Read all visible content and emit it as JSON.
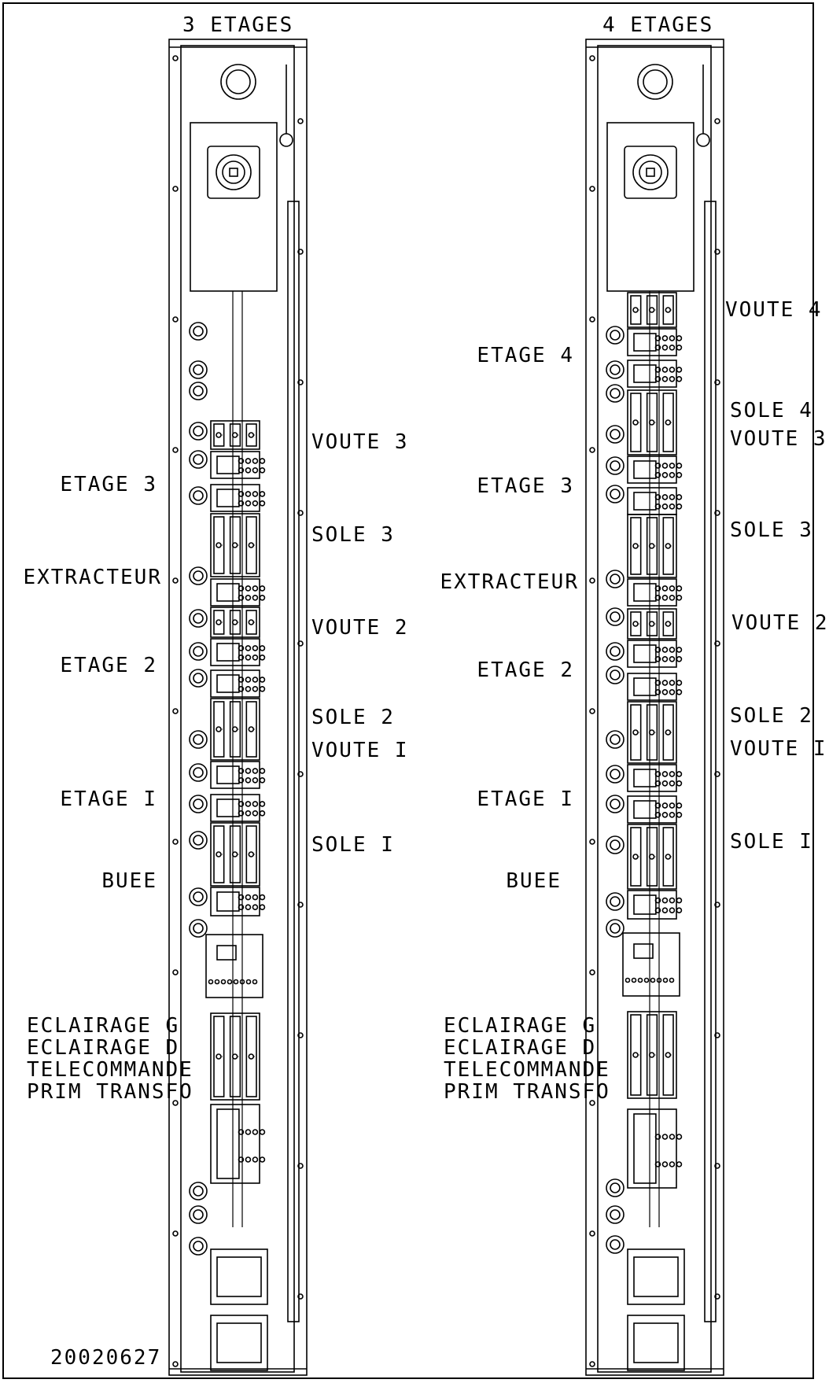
{
  "drawing_number": "20020627",
  "panels": [
    {
      "id": "panel-3",
      "title": "3 ETAGES",
      "left_labels": [
        "ETAGE 3",
        "EXTRACTEUR",
        "ETAGE 2",
        "ETAGE I",
        "BUEE"
      ],
      "right_labels": [
        "VOUTE 3",
        "SOLE 3",
        "VOUTE 2",
        "SOLE 2",
        "VOUTE I",
        "SOLE I"
      ],
      "bottom_labels": [
        "ECLAIRAGE G",
        "ECLAIRAGE D",
        "TELECOMMANDE",
        "PRIM TRANSFO"
      ]
    },
    {
      "id": "panel-4",
      "title": "4 ETAGES",
      "left_labels": [
        "ETAGE 4",
        "ETAGE 3",
        "EXTRACTEUR",
        "ETAGE 2",
        "ETAGE I",
        "BUEE"
      ],
      "right_labels": [
        "VOUTE 4",
        "SOLE 4",
        "VOUTE 3",
        "SOLE 3",
        "VOUTE 2",
        "SOLE 2",
        "VOUTE I",
        "SOLE I"
      ],
      "bottom_labels": [
        "ECLAIRAGE G",
        "ECLAIRAGE D",
        "TELECOMMANDE",
        "PRIM TRANSFO"
      ]
    }
  ]
}
